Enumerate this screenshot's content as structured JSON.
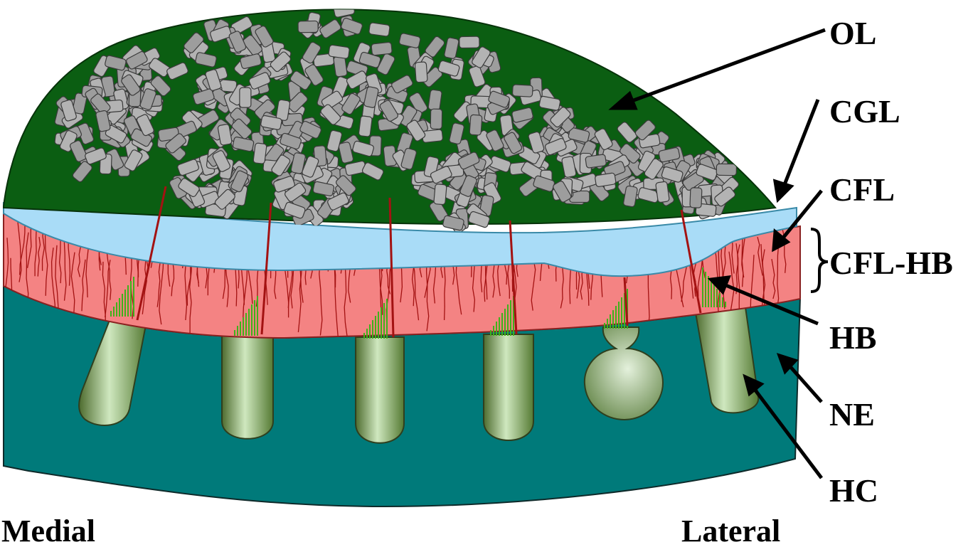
{
  "labels": {
    "ol": "OL",
    "cgl": "CGL",
    "cfl": "CFL",
    "cfl_hb": "CFL-HB",
    "hb": "HB",
    "ne": "NE",
    "hc": "HC",
    "medial": "Medial",
    "lateral": "Lateral"
  },
  "colors": {
    "otolith_layer": "#0b5e12",
    "otoconia": "#a9a9a9",
    "cfl": "#a9dcf7",
    "hair_bundle_band": "#f48383",
    "fibers": "#a31212",
    "neuroepithelium": "#007a7a",
    "hair_cell": "#7fa05d",
    "stereocilia": "#3fb21a"
  }
}
